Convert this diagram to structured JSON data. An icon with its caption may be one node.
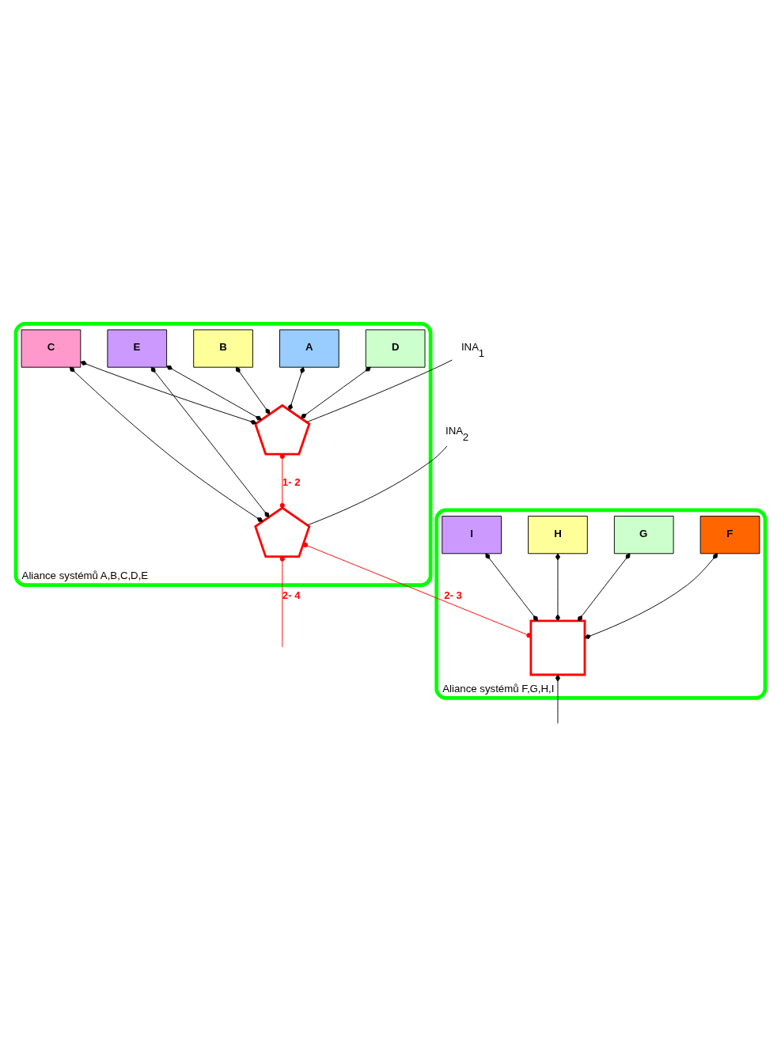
{
  "diagram": {
    "nodes": [
      {
        "text": [
          "Aliance systémů A,B,C,D,E"
        ]
      },
      {
        "text": [
          "A"
        ],
        "in": 0
      },
      {
        "text": [
          "B"
        ],
        "in": 0
      },
      {
        "text": [
          "C"
        ],
        "in": 0
      },
      {
        "text": [
          "D"
        ],
        "in": 0
      },
      {
        "text": [
          "E"
        ],
        "in": 0
      },
      {
        "text": [],
        "shape": "pentagon",
        "in": 0
      },
      {
        "text": [],
        "shape": "pentagon",
        "in": 0
      },
      {
        "text": [
          "INA$_{1}$"
        ]
      },
      {
        "text": [
          "INA$_{2}$"
        ]
      },
      {
        "text": [
          "Aliance systémů F,G,H,I"
        ]
      },
      {
        "text": [
          "F"
        ],
        "in": 10
      },
      {
        "text": [
          "G"
        ],
        "in": 10
      },
      {
        "text": [
          "H"
        ],
        "in": 10
      },
      {
        "text": [
          "I"
        ],
        "in": 10
      },
      {
        "text": [],
        "shape": "box",
        "in": 10
      }
    ],
    "edges": [
      {
        "from": 1,
        "to": 6,
        "arrow": "other"
      },
      {
        "from": 2,
        "to": 6,
        "arrow": "other"
      },
      {
        "from": 3,
        "to": 6,
        "arrow": "other"
      },
      {
        "from": 4,
        "to": 6,
        "arrow": "other"
      },
      {
        "from": 5,
        "to": 6,
        "arrow": "other"
      },
      {
        "from": 3,
        "to": 7,
        "arrow": "other"
      },
      {
        "from": 5,
        "to": 7,
        "arrow": "other"
      },
      {
        "from": 8,
        "to": 6,
        "arrow": "none"
      },
      {
        "from": 9,
        "to": 7,
        "arrow": "none"
      },
      {
        "from": 6,
        "to": 7,
        "arrow": "other",
        "label": "1- 2",
        "color": "#ff0000"
      },
      {
        "from": 7,
        "to": 15,
        "arrow": "other",
        "label": "2- 3",
        "color": "#ff0000"
      },
      {
        "from": 7,
        "to": null,
        "arrow": "other",
        "label": "2- 4",
        "color": "#ff0000"
      },
      {
        "from": 11,
        "to": 15,
        "arrow": "other"
      },
      {
        "from": 12,
        "to": 15,
        "arrow": "other"
      },
      {
        "from": 13,
        "to": 15,
        "arrow": "other"
      },
      {
        "from": 14,
        "to": 15,
        "arrow": "other"
      },
      {
        "from": 15,
        "to": null,
        "arrow": "other"
      }
    ]
  }
}
